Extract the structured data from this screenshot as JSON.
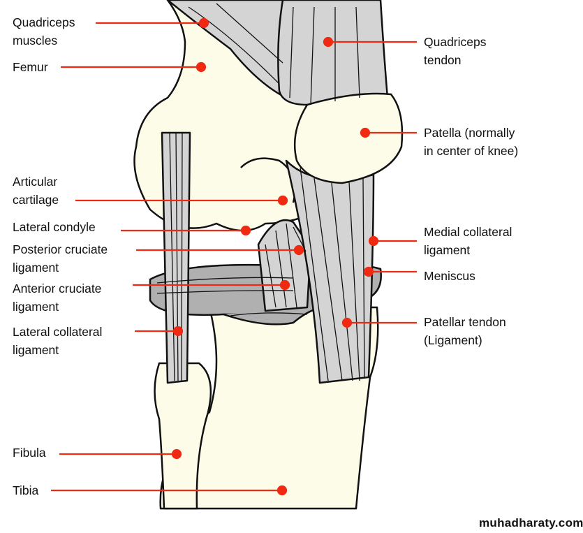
{
  "labels": {
    "quadriceps_muscles": [
      "Quadriceps",
      "muscles"
    ],
    "femur": [
      "Femur"
    ],
    "articular_cartilage": [
      "Articular",
      "cartilage"
    ],
    "lateral_condyle": [
      "Lateral condyle"
    ],
    "posterior_cruciate": [
      "Posterior cruciate",
      "ligament"
    ],
    "anterior_cruciate": [
      "Anterior cruciate",
      "ligament"
    ],
    "lateral_collateral": [
      "Lateral collateral",
      "ligament"
    ],
    "fibula": [
      "Fibula"
    ],
    "tibia": [
      "Tibia"
    ],
    "quadriceps_tendon": [
      "Quadriceps",
      "tendon"
    ],
    "patella": [
      "Patella (normally",
      "in center of knee)"
    ],
    "medial_collateral": [
      "Medial collateral",
      "ligament"
    ],
    "meniscus": [
      "Meniscus"
    ],
    "patellar_tendon": [
      "Patellar tendon",
      "(Ligament)"
    ]
  },
  "watermark": "muhadharaty.com",
  "colors": {
    "leader": "#f02a12",
    "bone": "#fcfce8",
    "ligament": "#d4d4d4",
    "meniscus": "#b0b0b0",
    "outline": "#111111"
  }
}
